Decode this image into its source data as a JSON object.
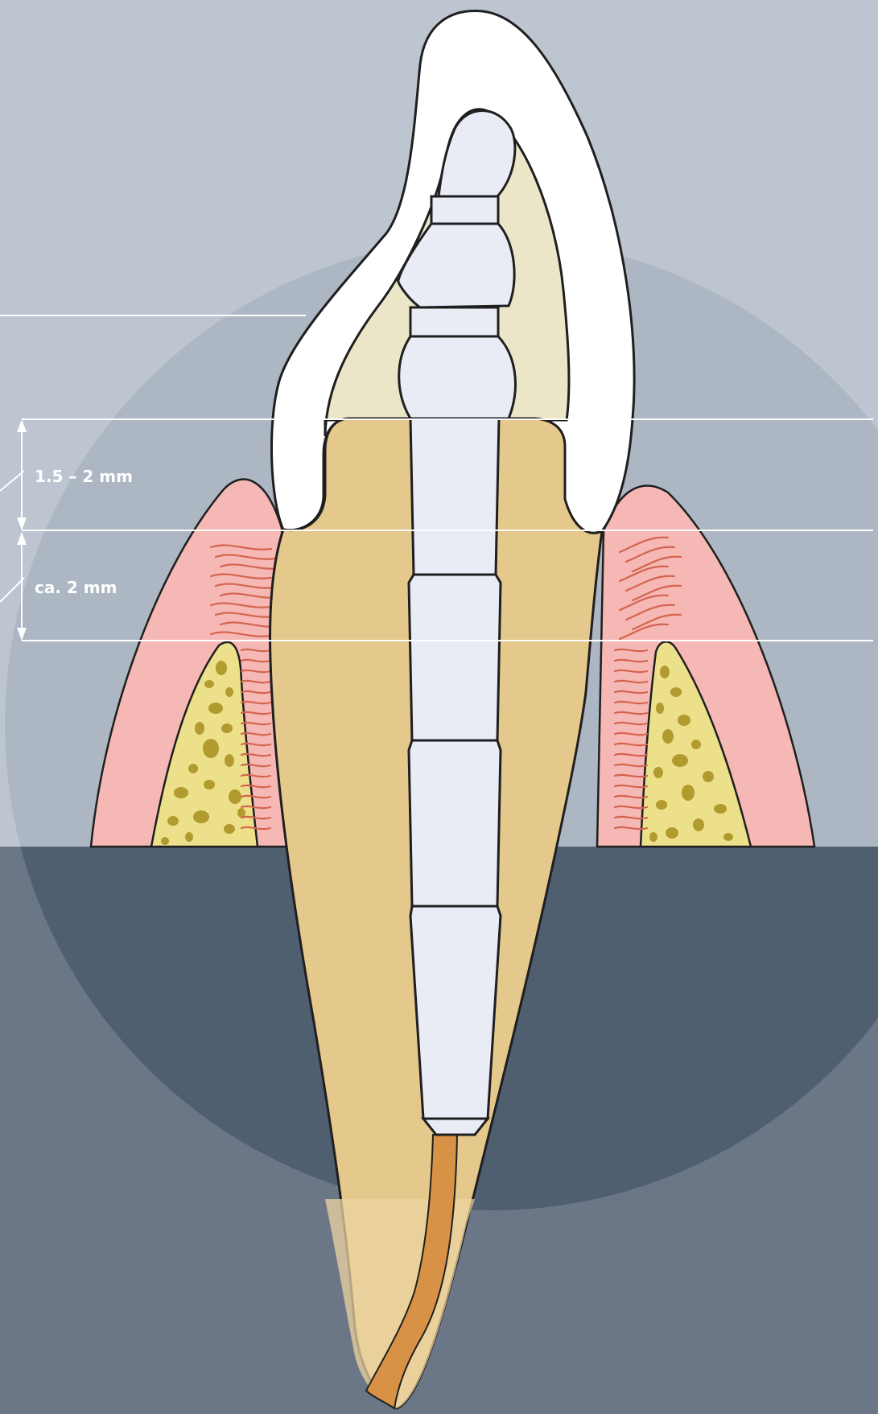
{
  "diagram": {
    "measurements": [
      {
        "id": "upper",
        "text": "1.5 – 2 mm"
      },
      {
        "id": "lower",
        "text": "ca. 2 mm"
      }
    ]
  },
  "colors": {
    "background_light": "#bcc5d0",
    "background_circle": "#adb7c4",
    "background_dark": "#6b7787",
    "circle_dark": "#4f5f70",
    "crown": "#ffffff",
    "core_build_up": "#ece6c8",
    "root_dentin": "#e4c88c",
    "post": "#e9ebf5",
    "gingiva": "#f5b8b5",
    "bone": "#ede08a",
    "bone_pores": "#b19a2e",
    "root_canal_filling": "#d89246",
    "fibers": "#d5644f",
    "measure_lines": "#ffffff"
  }
}
